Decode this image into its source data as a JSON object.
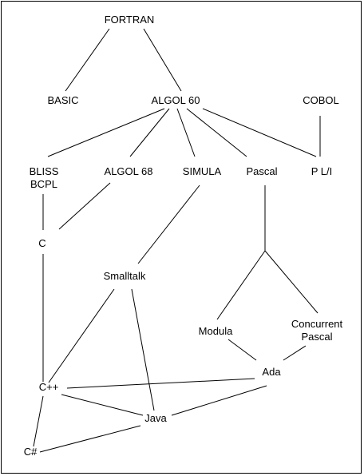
{
  "diagram": {
    "nodes": [
      {
        "id": "fortran",
        "lines": [
          "FORTRAN"
        ]
      },
      {
        "id": "basic",
        "lines": [
          "BASIC"
        ]
      },
      {
        "id": "algol60",
        "lines": [
          "ALGOL 60"
        ]
      },
      {
        "id": "cobol",
        "lines": [
          "COBOL"
        ]
      },
      {
        "id": "bliss",
        "lines": [
          "BLISS",
          "BCPL"
        ]
      },
      {
        "id": "algol68",
        "lines": [
          "ALGOL 68"
        ]
      },
      {
        "id": "simula",
        "lines": [
          "SIMULA"
        ]
      },
      {
        "id": "pascal",
        "lines": [
          "Pascal"
        ]
      },
      {
        "id": "pli",
        "lines": [
          "P L/I"
        ]
      },
      {
        "id": "c",
        "lines": [
          "C"
        ]
      },
      {
        "id": "smalltalk",
        "lines": [
          "Smalltalk"
        ]
      },
      {
        "id": "modula",
        "lines": [
          "Modula"
        ]
      },
      {
        "id": "concurrent",
        "lines": [
          "Concurrent",
          "Pascal"
        ]
      },
      {
        "id": "ada",
        "lines": [
          "Ada"
        ]
      },
      {
        "id": "cpp",
        "lines": [
          "C++"
        ]
      },
      {
        "id": "java",
        "lines": [
          "Java"
        ]
      },
      {
        "id": "csharp",
        "lines": [
          "C#"
        ]
      }
    ],
    "edges": [
      {
        "from": "fortran",
        "to": "basic"
      },
      {
        "from": "fortran",
        "to": "algol60"
      },
      {
        "from": "algol60",
        "to": "bliss"
      },
      {
        "from": "algol60",
        "to": "algol68"
      },
      {
        "from": "algol60",
        "to": "simula"
      },
      {
        "from": "algol60",
        "to": "pascal"
      },
      {
        "from": "algol60",
        "to": "pli"
      },
      {
        "from": "cobol",
        "to": "pli"
      },
      {
        "from": "bliss",
        "to": "c"
      },
      {
        "from": "algol68",
        "to": "c"
      },
      {
        "from": "simula",
        "to": "smalltalk"
      },
      {
        "from": "pascal",
        "to": "modula"
      },
      {
        "from": "pascal",
        "to": "concurrent"
      },
      {
        "from": "modula",
        "to": "ada"
      },
      {
        "from": "concurrent",
        "to": "ada"
      },
      {
        "from": "c",
        "to": "cpp"
      },
      {
        "from": "smalltalk",
        "to": "cpp"
      },
      {
        "from": "smalltalk",
        "to": "java"
      },
      {
        "from": "ada",
        "to": "cpp"
      },
      {
        "from": "ada",
        "to": "java"
      },
      {
        "from": "cpp",
        "to": "java"
      },
      {
        "from": "cpp",
        "to": "csharp"
      },
      {
        "from": "java",
        "to": "csharp"
      }
    ]
  }
}
